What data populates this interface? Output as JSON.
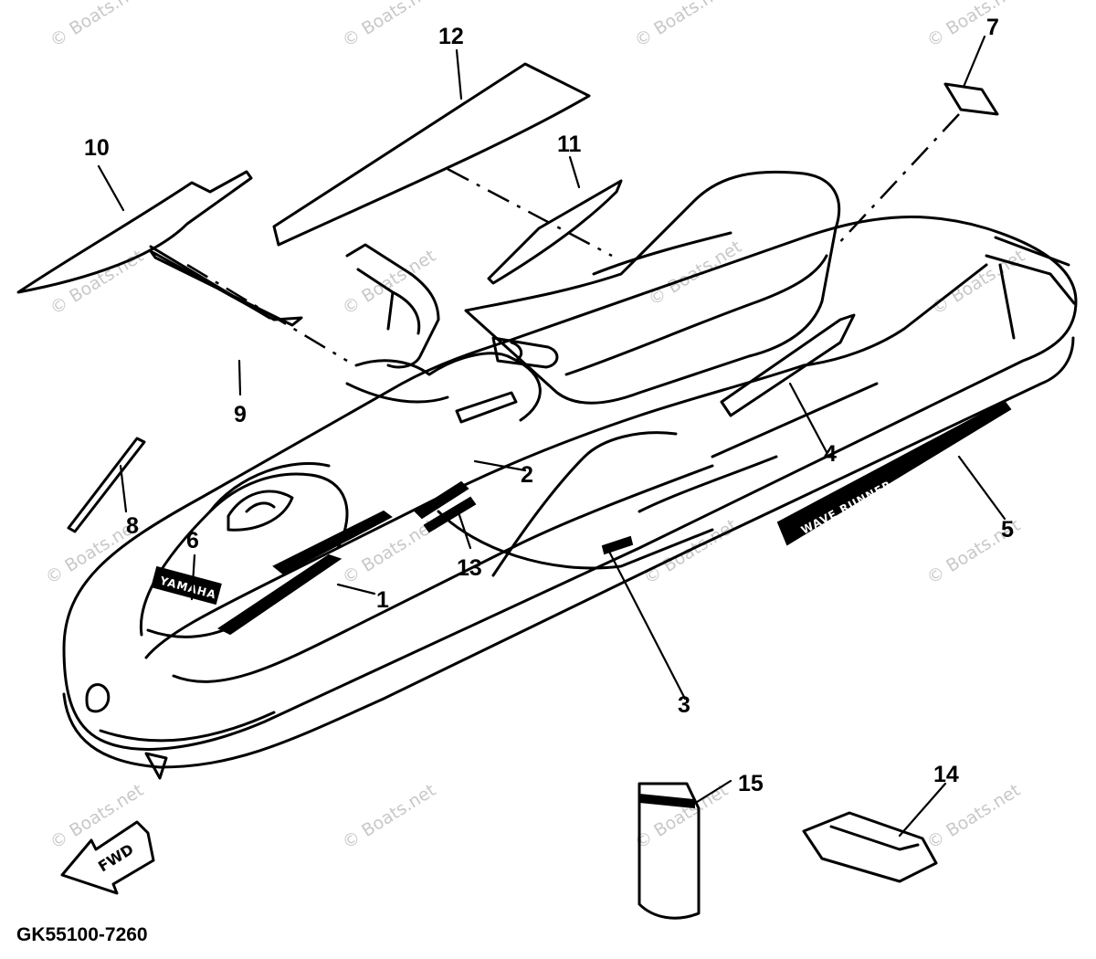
{
  "diagram": {
    "part_number": "GK55100-7260",
    "watermark": "© Boats.net",
    "callouts": [
      "1",
      "2",
      "3",
      "4",
      "5",
      "6",
      "7",
      "8",
      "9",
      "10",
      "11",
      "12",
      "13",
      "14",
      "15"
    ],
    "decals": {
      "fwd": "FWD",
      "bow": "YAMAHA",
      "side": "WAVE RUNNER"
    }
  }
}
